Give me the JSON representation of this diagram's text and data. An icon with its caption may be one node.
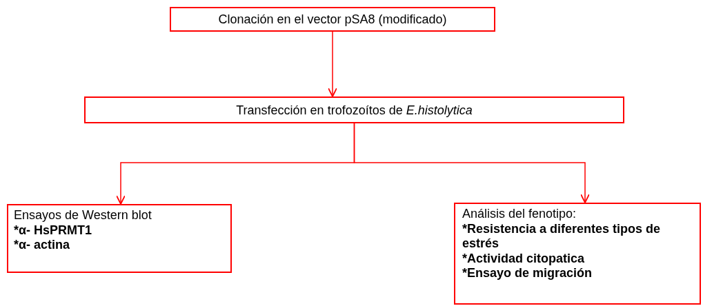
{
  "diagram": {
    "nodes": [
      {
        "text": [
          "Clonación  en el vector pSA8 (modificado)"
        ]
      },
      {
        "text": [
          "Transfección en trofozoítos de *E.histolytica*"
        ]
      },
      {
        "text": [
          "Ensayos de Western blot",
          "*α- HsPRMT1",
          "*α- actina"
        ]
      },
      {
        "text": [
          "Análisis del fenotipo:",
          "*Resistencia a diferentes tipos de estrés",
          "*Actividad citopatica",
          "*Ensayo de migración"
        ]
      }
    ],
    "edges": [
      {
        "from": 0,
        "to": 1,
        "arrow": "to"
      },
      {
        "from": 1,
        "to": 2,
        "arrow": "to"
      },
      {
        "from": 1,
        "to": 3,
        "arrow": "to"
      }
    ]
  }
}
